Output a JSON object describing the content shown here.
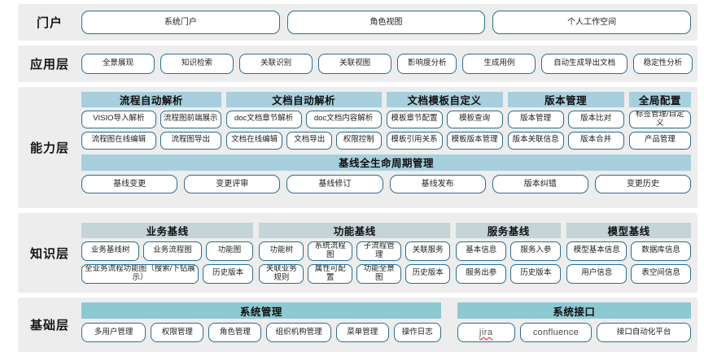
{
  "layers": {
    "portal": {
      "label": "门户",
      "items": [
        "系统门户",
        "角色视图",
        "个人工作空间"
      ]
    },
    "application": {
      "label": "应用层",
      "items": [
        "全景展现",
        "知识检索",
        "关联识别",
        "关联视图",
        "影响度分析",
        "生成用例",
        "自动生成导出文档",
        "稳定性分析"
      ]
    },
    "capability": {
      "label": "能力层",
      "groups": [
        {
          "title": "流程自动解析",
          "rows": [
            [
              "VISIO导入解析",
              "流程图前端展示"
            ],
            [
              "流程图在线编辑",
              "流程图导出"
            ]
          ]
        },
        {
          "title": "文档自动解析",
          "rows": [
            [
              "doc文档章节解析",
              "doc文档内容解析"
            ],
            [
              "文档在线编辑",
              "文档导出",
              "权限控制"
            ]
          ]
        },
        {
          "title": "文档模板自定义",
          "rows": [
            [
              "模板章节配置",
              "模板查询"
            ],
            [
              "模板引用关系",
              "模板版本管理"
            ]
          ]
        },
        {
          "title": "版本管理",
          "rows": [
            [
              "版本管理",
              "版本比对"
            ],
            [
              "版本关联信息",
              "版本合并"
            ]
          ]
        },
        {
          "title": "全局配置",
          "rows": [
            [
              "标签管理/自定义"
            ],
            [
              "产品管理"
            ]
          ]
        }
      ],
      "baseline": {
        "title": "基线全生命周期管理",
        "items": [
          "基线变更",
          "变更评审",
          "基线修订",
          "基线发布",
          "版本纠错",
          "变更历史"
        ]
      }
    },
    "knowledge": {
      "label": "知识层",
      "groups": [
        {
          "title": "业务基线",
          "rows": [
            [
              "业务基线树",
              "业务流程图",
              "功能图"
            ],
            [
              "全业务流程功能图（搜索/下钻展示）",
              "历史版本"
            ]
          ]
        },
        {
          "title": "功能基线",
          "rows": [
            [
              "功能树",
              "系统流程图",
              "子流程管理",
              "关联服务"
            ],
            [
              "关联业务规则",
              "属性可配置",
              "功能全景图",
              "历史版本"
            ]
          ]
        },
        {
          "title": "服务基线",
          "rows": [
            [
              "基本信息",
              "服务入参"
            ],
            [
              "服务出参",
              "历史版本"
            ]
          ]
        },
        {
          "title": "模型基线",
          "rows": [
            [
              "模型基本信息",
              "数据库信息"
            ],
            [
              "用户信息",
              "表空间信息"
            ]
          ]
        }
      ]
    },
    "base": {
      "label": "基础层",
      "groups": [
        {
          "title": "系统管理",
          "items": [
            "多用户管理",
            "权限管理",
            "角色管理",
            "组织机构管理",
            "菜单管理",
            "操作日志"
          ]
        },
        {
          "title": "系统接口",
          "items": [
            "jira",
            "confluence",
            "接口自动化平台"
          ]
        }
      ]
    }
  },
  "colors": {
    "row_bg": "#ededed",
    "pill_border": "#2e6d8a",
    "capability_head": "#a7cfdd",
    "knowledge_head": "#c4d4d7",
    "base_head": "#8cc9d2",
    "page_bg": "#ffffff"
  }
}
